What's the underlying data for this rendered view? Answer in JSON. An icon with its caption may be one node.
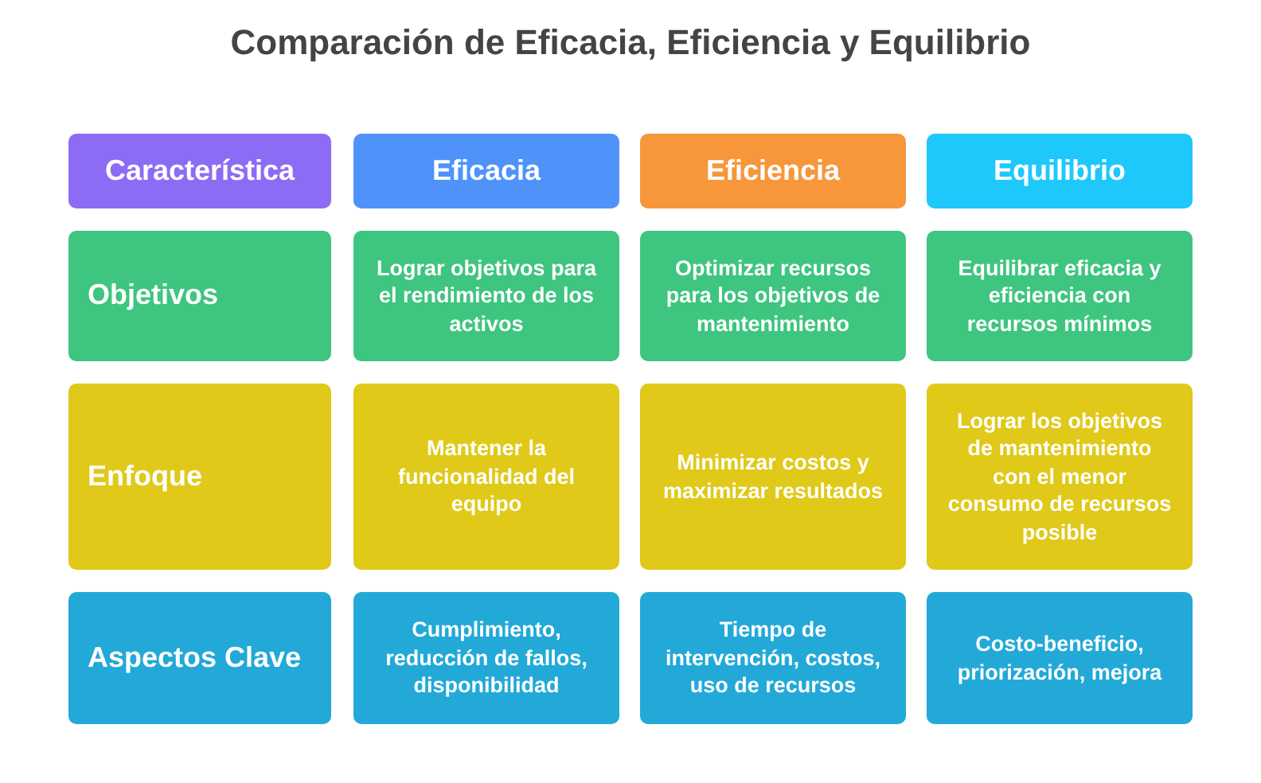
{
  "diagram": {
    "title": "Comparación de Eficacia, Eficiencia y Equilibrio",
    "nodes": [
      {
        "text": [
          "Característica"
        ]
      },
      {
        "text": [
          "Eficacia"
        ]
      },
      {
        "text": [
          "Eficiencia"
        ]
      },
      {
        "text": [
          "Equilibrio"
        ]
      },
      {
        "text": [
          "Objetivos"
        ]
      },
      {
        "text": [
          "Lograr objetivos para el rendimiento de los activos"
        ]
      },
      {
        "text": [
          "Optimizar recursos para los objetivos de mantenimiento"
        ]
      },
      {
        "text": [
          "Equilibrar eficacia y eficiencia con recursos mínimos"
        ]
      },
      {
        "text": [
          "Enfoque"
        ]
      },
      {
        "text": [
          "Mantener la funcionalidad del equipo"
        ]
      },
      {
        "text": [
          "Minimizar costos y maximizar resultados"
        ]
      },
      {
        "text": [
          "Lograr los objetivos de mantenimiento con el menor consumo de recursos posible"
        ]
      },
      {
        "text": [
          "Aspectos Clave"
        ]
      },
      {
        "text": [
          "Cumplimiento, reducción de fallos, disponibilidad"
        ]
      },
      {
        "text": [
          "Tiempo de intervención, costos, uso de recursos"
        ]
      },
      {
        "text": [
          "Costo-beneficio, priorización, mejora"
        ]
      }
    ]
  }
}
